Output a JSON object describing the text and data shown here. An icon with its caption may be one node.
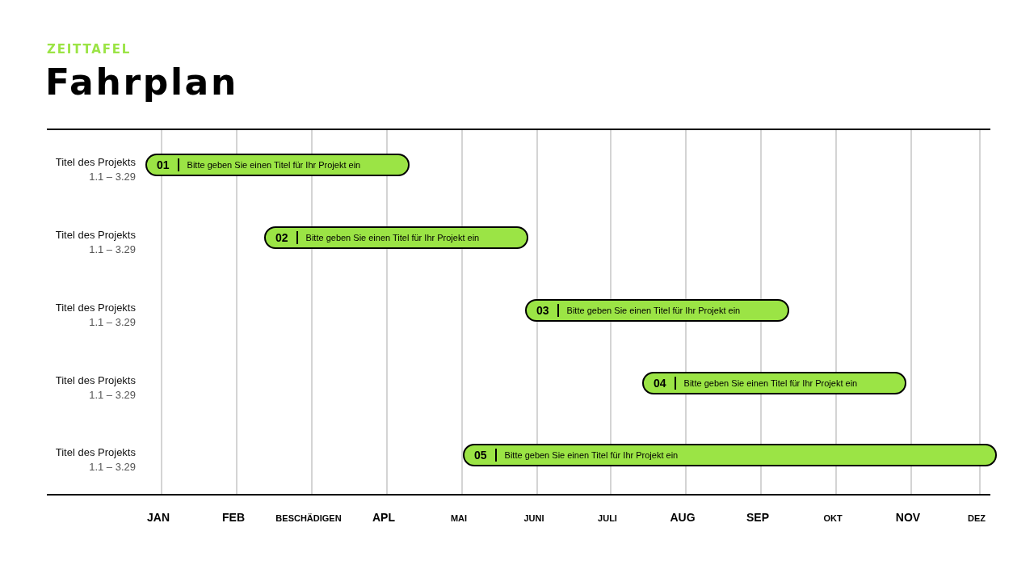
{
  "diagram": {
    "title": "Fahrplan",
    "nodes": [
      {
        "text": [
          "01",
          "Bitte geben Sie einen Titel für Ihr Projekt ein"
        ],
        "beside": [
          "Titel des Projekts",
          "1.1 – 3.29"
        ]
      },
      {
        "text": [
          "02",
          "Bitte geben Sie einen Titel für Ihr Projekt ein"
        ],
        "beside": [
          "Titel des Projekts",
          "1.1 – 3.29"
        ]
      },
      {
        "text": [
          "03",
          "Bitte geben Sie einen Titel für Ihr Projekt ein"
        ],
        "beside": [
          "Titel des Projekts",
          "1.1 – 3.29"
        ]
      },
      {
        "text": [
          "04",
          "Bitte geben Sie einen Titel für Ihr Projekt ein"
        ],
        "beside": [
          "Titel des Projekts",
          "1.1 – 3.29"
        ]
      },
      {
        "text": [
          "05",
          "Bitte geben Sie einen Titel für Ihr Projekt ein"
        ],
        "beside": [
          "Titel des Projekts",
          "1.1 – 3.29"
        ]
      }
    ],
    "labels": [
      "ZEITTAFEL",
      "JAN",
      "FEB",
      "BESCHÄDIGEN",
      "APL",
      "MAI",
      "JUNI",
      "JULI",
      "AUG",
      "SEP",
      "OKT",
      "NOV",
      "DEZ"
    ]
  }
}
